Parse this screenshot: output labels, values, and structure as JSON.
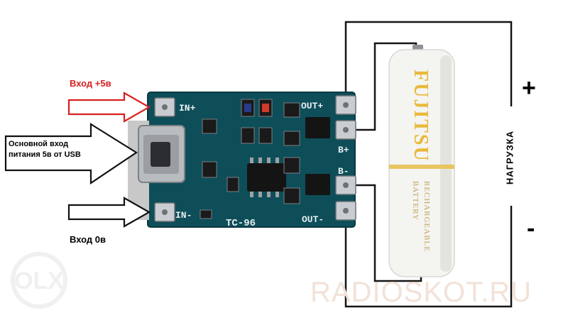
{
  "labels": {
    "input_plus": "Вход +5в",
    "usb_input_line1": "Основной вход",
    "usb_input_line2": "питания 5в от USB",
    "input_zero": "Вход 0в",
    "plus_sign": "+",
    "minus_sign": "-",
    "load": "НАГРУЗКА"
  },
  "board": {
    "pad_in_plus": "IN+",
    "pad_in_minus": "IN-",
    "pad_out_plus": "OUT+",
    "pad_out_minus": "OUT-",
    "pad_b_plus": "B+",
    "pad_b_minus": "B-",
    "model": "TC-96"
  },
  "battery": {
    "brand": "FUJITSU",
    "line1": "RECHARGEABLE",
    "line2": "BATTERY"
  },
  "watermarks": {
    "site": "RADIOSKOT.RU",
    "logo": "OLX"
  },
  "colors": {
    "input_plus_red": "#d62020",
    "board_teal": "#0d4e59",
    "battery_band": "#e9c560"
  }
}
